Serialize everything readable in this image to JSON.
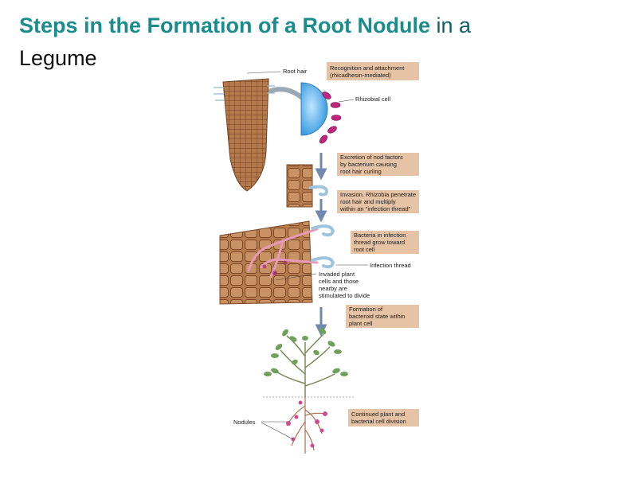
{
  "slide": {
    "title_part1": "Steps in the Formation of a Root Nodule",
    "title_part2": " in a",
    "title_line2": "Legume"
  },
  "figure": {
    "labels": {
      "root_hair": "Root hair",
      "rhizobial_cell": "Rhizobial cell",
      "infection_thread": "Infection thread",
      "invaded_1": "Invaded plant",
      "invaded_2": "cells and those",
      "invaded_3": "nearby are",
      "invaded_4": "stimulated to divide",
      "nodules": "Nodules"
    },
    "steps": [
      {
        "line1": "Recognition and attachment",
        "line2": "(rhicadhesin-mediated)",
        "line3": ""
      },
      {
        "line1": "Excretion of nod factors",
        "line2": "by bacterium causing",
        "line3": "root hair curling"
      },
      {
        "line1": "Invasion. Rhizobia penetrate",
        "line2": "root hair and multiply",
        "line3": "within an \"infection thread\""
      },
      {
        "line1": "Bacteria in infection",
        "line2": "thread grow toward",
        "line3": "root cell"
      },
      {
        "line1": "Formation of",
        "line2": "bacteroid state within",
        "line3": "plant cell"
      },
      {
        "line1": "Continued plant and",
        "line2": "bacterial cell division",
        "line3": ""
      }
    ]
  },
  "colors": {
    "title_teal": "#1a8c8c",
    "step_box": "#e7c3a6",
    "root_brown": "#a86a3e",
    "arrow_blue": "#6f89b0",
    "rhizobia_magenta": "#c0267e",
    "host_cell_blue": "#4aa8e6"
  }
}
